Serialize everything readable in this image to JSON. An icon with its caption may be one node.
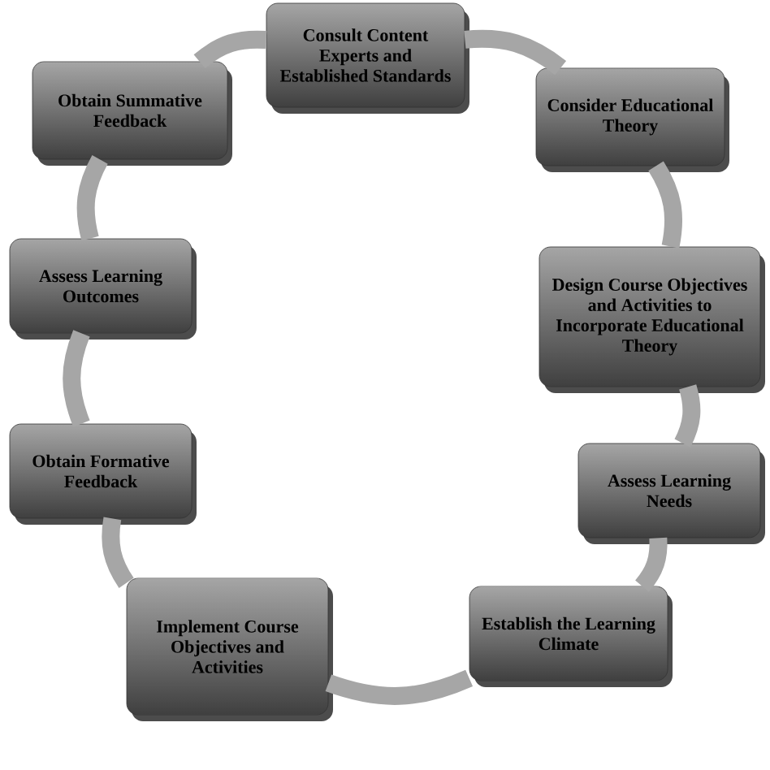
{
  "diagram": {
    "nodes": [
      {
        "text": [
          "Consult Content Experts and Established Standards"
        ]
      },
      {
        "text": [
          "Consider Educational Theory"
        ]
      },
      {
        "text": [
          "Design Course Objectives and Activities to Incorporate Educational Theory"
        ]
      },
      {
        "text": [
          "Assess Learning Needs"
        ]
      },
      {
        "text": [
          "Establish the Learning Climate"
        ]
      },
      {
        "text": [
          "Implement Course Objectives and Activities"
        ]
      },
      {
        "text": [
          "Obtain Formative Feedback"
        ]
      },
      {
        "text": [
          "Assess Learning Outcomes"
        ]
      },
      {
        "text": [
          "Obtain Summative Feedback"
        ]
      }
    ],
    "edges": [
      {
        "from": 0,
        "to": 1,
        "arrow": "none"
      },
      {
        "from": 1,
        "to": 2,
        "arrow": "none"
      },
      {
        "from": 2,
        "to": 3,
        "arrow": "none"
      },
      {
        "from": 3,
        "to": 4,
        "arrow": "none"
      },
      {
        "from": 4,
        "to": 5,
        "arrow": "none"
      },
      {
        "from": 5,
        "to": 6,
        "arrow": "none"
      },
      {
        "from": 6,
        "to": 7,
        "arrow": "none"
      },
      {
        "from": 7,
        "to": 8,
        "arrow": "none"
      },
      {
        "from": 8,
        "to": 0,
        "arrow": "none"
      }
    ]
  }
}
